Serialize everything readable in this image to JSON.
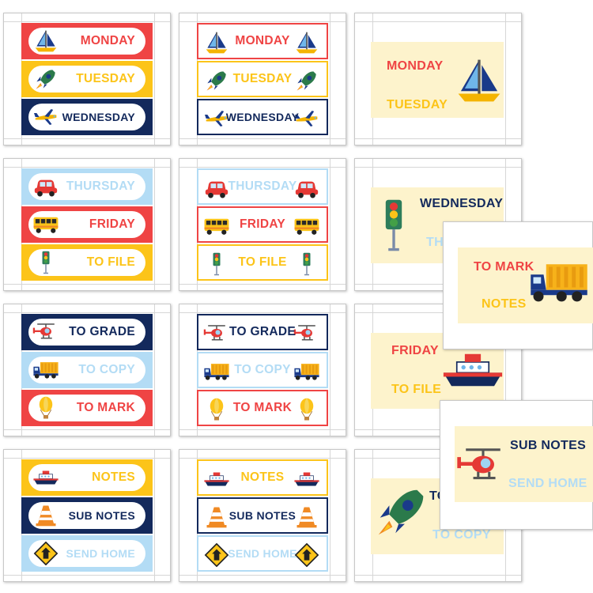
{
  "colors": {
    "red": "#ef4444",
    "yellow": "#fcc419",
    "navy": "#13295c",
    "lightblue": "#b3dcf5",
    "panel": "#fdf3cc"
  },
  "rows": [
    {
      "strips": [
        {
          "label": "MONDAY",
          "color": "#ef4444",
          "text_color": "#ef4444",
          "icon": "sailboat-icon"
        },
        {
          "label": "TUESDAY",
          "color": "#fcc419",
          "text_color": "#fcc419",
          "icon": "rocket-icon"
        },
        {
          "label": "WEDNESDAY",
          "color": "#13295c",
          "text_color": "#13295c",
          "icon": "airplane-icon"
        }
      ]
    },
    {
      "strips": [
        {
          "label": "THURSDAY",
          "color": "#b3dcf5",
          "text_color": "#b3dcf5",
          "icon": "car-icon"
        },
        {
          "label": "FRIDAY",
          "color": "#ef4444",
          "text_color": "#ef4444",
          "icon": "bus-icon"
        },
        {
          "label": "TO FILE",
          "color": "#fcc419",
          "text_color": "#fcc419",
          "icon": "traffic-light-icon"
        }
      ]
    },
    {
      "strips": [
        {
          "label": "TO GRADE",
          "color": "#13295c",
          "text_color": "#13295c",
          "icon": "helicopter-icon"
        },
        {
          "label": "TO COPY",
          "color": "#b3dcf5",
          "text_color": "#b3dcf5",
          "icon": "truck-icon"
        },
        {
          "label": "TO MARK",
          "color": "#ef4444",
          "text_color": "#ef4444",
          "icon": "hot-air-balloon-icon"
        }
      ]
    },
    {
      "strips": [
        {
          "label": "NOTES",
          "color": "#fcc419",
          "text_color": "#fcc419",
          "icon": "ship-icon"
        },
        {
          "label": "SUB NOTES",
          "color": "#13295c",
          "text_color": "#13295c",
          "icon": "traffic-cone-icon"
        },
        {
          "label": "SEND HOME",
          "color": "#b3dcf5",
          "text_color": "#b3dcf5",
          "icon": "road-sign-icon"
        }
      ]
    }
  ],
  "label_cards": [
    {
      "top": "MONDAY",
      "bottom": "TUESDAY",
      "icon": "sailboat-icon"
    },
    {
      "top": "WEDNESDAY",
      "bottom": "TH",
      "icon": "traffic-light-icon"
    },
    {
      "top": "FRIDAY",
      "bottom": "TO FILE",
      "icon": "ship-icon"
    },
    {
      "top": "TO",
      "bottom": "TO COPY",
      "icon": "rocket-icon"
    },
    {
      "top": "TO MARK",
      "bottom": "NOTES",
      "icon": "truck-icon"
    },
    {
      "top": "SUB NOTES",
      "bottom": "SEND HOME",
      "icon": "helicopter-icon"
    }
  ]
}
